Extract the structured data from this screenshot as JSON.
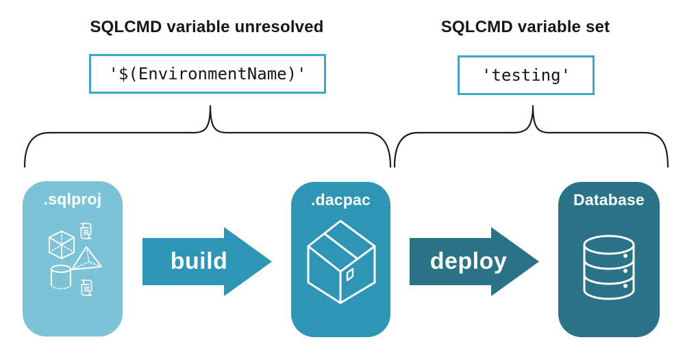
{
  "headings": {
    "left": "SQLCMD variable unresolved",
    "right": "SQLCMD variable set"
  },
  "code_boxes": {
    "unresolved": "'$(EnvironmentName)'",
    "resolved": "'testing'"
  },
  "nodes": {
    "sqlproj": {
      "label": ".sqlproj",
      "bg": "#7cc3d8",
      "icons": [
        "script-icon",
        "cube-icon",
        "pyramid-icon",
        "cylinder-icon",
        "script-icon"
      ]
    },
    "dacpac": {
      "label": ".dacpac",
      "bg": "#2e96b4",
      "icons": [
        "package-icon"
      ]
    },
    "database": {
      "label": "Database",
      "bg": "#2a7286",
      "icons": [
        "database-icon"
      ]
    }
  },
  "arrows": {
    "build": {
      "label": "build",
      "color": "#2e96b4"
    },
    "deploy": {
      "label": "deploy",
      "color": "#2a7286"
    }
  },
  "colors": {
    "background": "#ffffff",
    "text": "#161616",
    "brace": "#1c1c1c",
    "code_border": "#3da6c6",
    "icon_stroke": "#ffffff"
  }
}
